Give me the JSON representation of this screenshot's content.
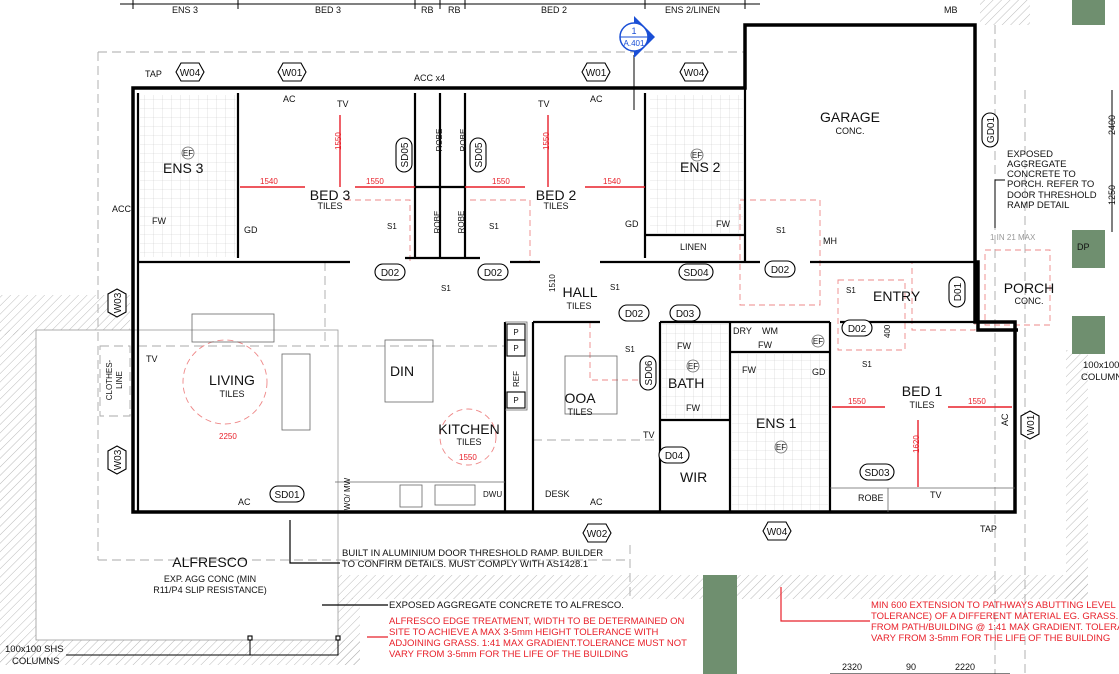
{
  "colors": {
    "wall": "#000000",
    "annotation_red": "#e8202a",
    "section_marker_blue": "#1a4fd6",
    "grass_green": "#6f8f6f",
    "hatch_gray": "#999999"
  },
  "dimension_strip": {
    "ens3": "ENS 3",
    "bed3": "BED 3",
    "rb1": "RB",
    "rb2": "RB",
    "bed2": "BED 2",
    "ens2_linen": "ENS 2/LINEN"
  },
  "section_marker": {
    "number": "1",
    "sheet": "A.401"
  },
  "rooms": {
    "ens3": "ENS 3",
    "bed3": "BED 3",
    "bed3_finish": "TILES",
    "bed2": "BED 2",
    "bed2_finish": "TILES",
    "ens2": "ENS 2",
    "garage": "GARAGE",
    "garage_finish": "CONC.",
    "porch": "PORCH",
    "porch_finish": "CONC.",
    "entry": "ENTRY",
    "hall": "HALL",
    "hall_finish": "TILES",
    "living": "LIVING",
    "living_finish": "TILES",
    "din": "DIN",
    "kitchen": "KITCHEN",
    "kitchen_finish": "TILES",
    "ooa": "OOA",
    "ooa_finish": "TILES",
    "bath": "BATH",
    "wir": "WIR",
    "ens1": "ENS 1",
    "bed1": "BED 1",
    "bed1_finish": "TILES",
    "alfresco": "ALFRESCO",
    "alfresco_finish_1": "EXP. AGG CONC (MIN",
    "alfresco_finish_2": "R11/P4 SLIP RESISTANCE)"
  },
  "tags": {
    "w04_a": "W04",
    "w01_a": "W01",
    "w01_b": "W01",
    "w04_b": "W04",
    "w03_a": "W03",
    "w03_b": "W03",
    "w02": "W02",
    "w04_c": "W04",
    "w01_c": "W01",
    "d02_a": "D02",
    "d02_b": "D02",
    "d02_c": "D02",
    "d02_d": "D02",
    "d02_e": "D02",
    "d03": "D03",
    "d01": "D01",
    "d04": "D04",
    "sd04": "SD04",
    "sd05_a": "SD05",
    "sd05_b": "SD05",
    "sd06": "SD06",
    "sd01": "SD01",
    "sd03": "SD03",
    "gd01": "GD01"
  },
  "fixtures": {
    "tap_a": "TAP",
    "tap_b": "TAP",
    "acc_x4": "ACC x4",
    "acc": "ACC",
    "ac": "AC",
    "tv": "TV",
    "robe": "ROBE",
    "gd": "GD",
    "fw": "FW",
    "ef": "EF",
    "s1": "S1",
    "linen": "LINEN",
    "mh": "MH",
    "mb": "MB",
    "dry": "DRY",
    "wm": "WM",
    "p": "P",
    "ref": "REF",
    "wo_mw": "WO/ MW",
    "dwu": "DWU",
    "desk": "DESK",
    "clothesline_1": "CLOTHES-",
    "clothesline_2": "LINE",
    "dp": "DP",
    "slope": "1 IN 21 MAX"
  },
  "dimensions": {
    "d1540": "1540",
    "d1550": "1550",
    "d2250": "2250",
    "d1620": "1620",
    "d1510": "1510",
    "d400": "400",
    "d2400": "2400",
    "d1250": "1250",
    "d2320": "2320",
    "d90": "90",
    "d2220": "2220"
  },
  "notes": {
    "porch_note": [
      "EXPOSED",
      "AGGREGATE",
      "CONCRETE TO",
      "PORCH. REFER TO",
      "DOOR THRESHOLD",
      "RAMP DETAIL"
    ],
    "threshold_note": [
      "BUILT IN ALUMINIUM DOOR THRESHOLD RAMP. BUILDER",
      "TO CONFIRM DETAILS. MUST COMPLY WITH AS1428.1"
    ],
    "alfresco_concrete": "EXPOSED AGGREGATE CONCRETE TO ALFRESCO.",
    "alfresco_edge": [
      "ALFRESCO EDGE TREATMENT, WIDTH TO BE DETERMAINED ON",
      "SITE TO ACHIEVE A MAX 3-5mm HEIGHT TOLERANCE WITH",
      "ADJOINING GRASS. 1:41 MAX GRADIENT.TOLERANCE MUST NOT",
      "VARY FROM 3-5mm FOR THE LIFE OF THE BUILDING"
    ],
    "pathway_extension": [
      "MIN 600 EXTENSION TO PATHWAYS ABUTTING LEVEL",
      "TOLERANCE) OF A DIFFERENT MATERIAL EG. GRASS.",
      "FROM PATH/BUILDING @ 1:41 MAX GRADIENT. TOLERA",
      "VARY FROM 3-5mm FOR THE LIFE OF THE BUILDING"
    ],
    "columns_left": [
      "100x100 SHS",
      "COLUMNS"
    ],
    "columns_right": [
      "100x100",
      "COLUMN"
    ]
  }
}
